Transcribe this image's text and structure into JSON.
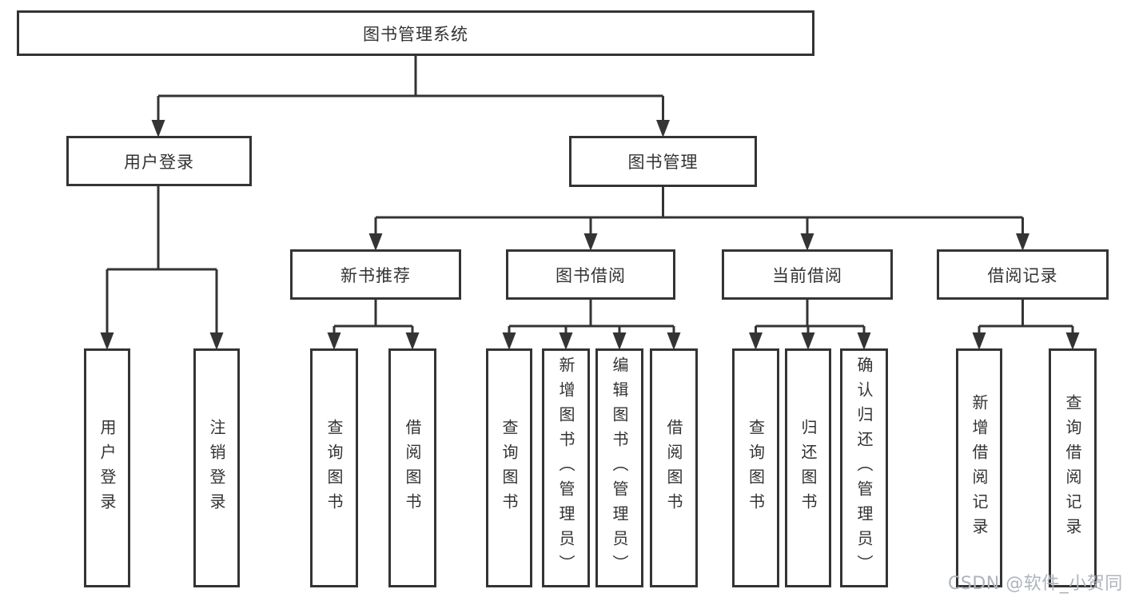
{
  "nodes": {
    "system": "图书管理系统",
    "login_group": "用户登录",
    "book_mgmt": "图书管理",
    "new_books": "新书推荐",
    "book_borrow": "图书借阅",
    "current_borrow": "当前借阅",
    "borrow_records": "借阅记录",
    "user_login": "用户登录",
    "logout": "注销登录",
    "nb_query_book": "查询图书",
    "nb_borrow_book": "借阅图书",
    "bb_query_book": "查询图书",
    "bb_add_book": "新增图书（管理员）",
    "bb_edit_book": "编辑图书（管理员）",
    "bb_borrow_book": "借阅图书",
    "cb_query_book": "查询图书",
    "cb_return_book": "归还图书",
    "cb_confirm_return": "确认归还（管理员）",
    "br_add_record": "新增借阅记录",
    "br_query_record": "查询借阅记录"
  },
  "colors": {
    "line": "#343434",
    "text": "#333333",
    "watermark": "#aeb4bc",
    "background": "#ffffff"
  },
  "watermark": "CSDN @软件_小贺同学"
}
